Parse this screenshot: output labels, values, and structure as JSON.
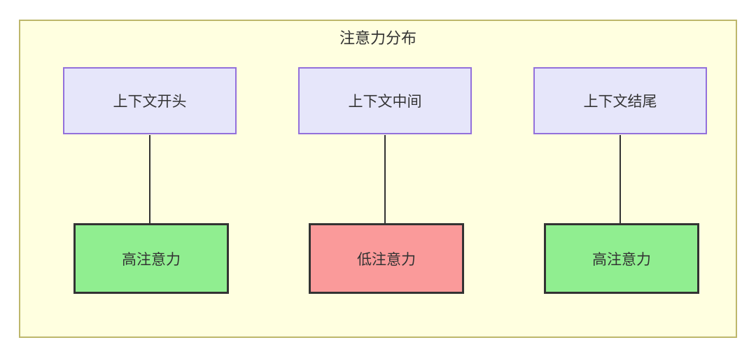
{
  "diagram": {
    "title": "注意力分布",
    "background_color": "#ffffff",
    "container": {
      "fill": "#ffffe0",
      "border": "#bdb76b"
    },
    "palette": {
      "context_fill": "#e6e6fa",
      "context_border": "#9370db",
      "high_fill": "#90ee90",
      "low_fill": "#fa9a9a",
      "node_border": "#333333",
      "edge_color": "#333333",
      "text_color": "#333333"
    },
    "columns": [
      {
        "source": {
          "label": "上下文开头",
          "type": "context"
        },
        "target": {
          "label": "高注意力",
          "type": "high"
        }
      },
      {
        "source": {
          "label": "上下文中间",
          "type": "context"
        },
        "target": {
          "label": "低注意力",
          "type": "low"
        }
      },
      {
        "source": {
          "label": "上下文结尾",
          "type": "context"
        },
        "target": {
          "label": "高注意力",
          "type": "high"
        }
      }
    ]
  }
}
